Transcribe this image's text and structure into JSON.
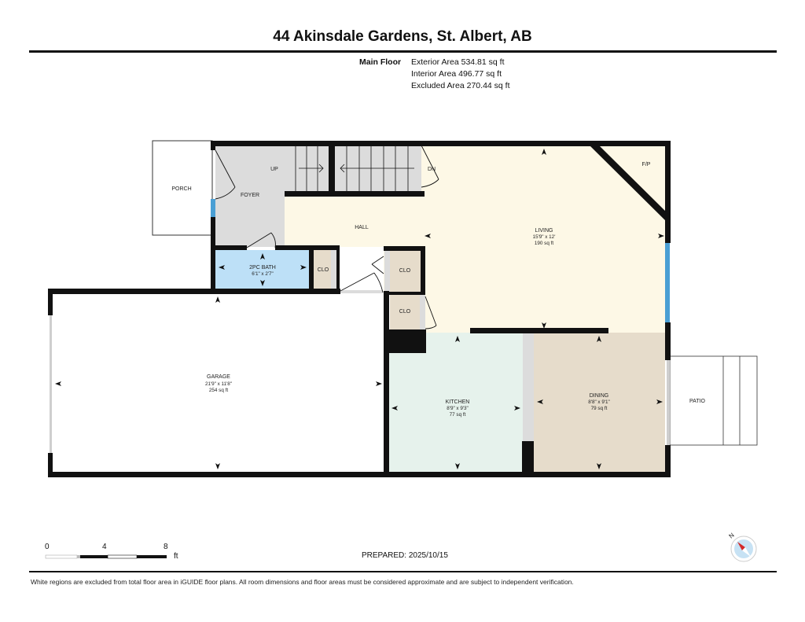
{
  "header": {
    "title": "44 Akinsdale Gardens, St. Albert, AB"
  },
  "areas": {
    "floor_label": "Main Floor",
    "exterior": "Exterior Area 534.81 sq ft",
    "interior": "Interior Area 496.77 sq ft",
    "excluded": "Excluded Area 270.44 sq ft"
  },
  "rooms": {
    "porch": {
      "name": "PORCH"
    },
    "foyer": {
      "name": "FOYER"
    },
    "up": {
      "name": "UP"
    },
    "dn": {
      "name": "DN"
    },
    "hall": {
      "name": "HALL"
    },
    "fp": {
      "name": "F/P"
    },
    "living": {
      "name": "LIVING",
      "dims": "15'9\" x 12'",
      "area": "190 sq ft"
    },
    "bath": {
      "name": "2PC BATH",
      "dims": "6'1\" x 2'7\""
    },
    "clo1": {
      "name": "CLO"
    },
    "clo2": {
      "name": "CLO"
    },
    "clo3": {
      "name": "CLO"
    },
    "garage": {
      "name": "GARAGE",
      "dims": "21'9\" x 11'8\"",
      "area": "254 sq ft"
    },
    "kitchen": {
      "name": "KITCHEN",
      "dims": "8'9\" x 9'3\"",
      "area": "77 sq ft"
    },
    "dining": {
      "name": "DINING",
      "dims": "8'8\" x 9'1\"",
      "area": "79 sq ft"
    },
    "patio": {
      "name": "PATIO"
    }
  },
  "colors": {
    "wall": "#111111",
    "hall_living": "#fdf8e6",
    "foyer": "#dcdcdc",
    "bath": "#bde0f7",
    "closet": "#e6dccb",
    "kitchen": "#e6f2ec",
    "dining": "#e6dccb",
    "window": "#4a9fd4"
  },
  "scale": {
    "ticks": [
      "0",
      "4",
      "8"
    ],
    "unit": "ft"
  },
  "footer": {
    "prepared": "PREPARED: 2025/10/15",
    "disclaimer": "White regions are excluded from total floor area in iGUIDE floor plans. All room dimensions and floor areas must be considered approximate and are subject to independent verification.",
    "compass_label": "N"
  }
}
